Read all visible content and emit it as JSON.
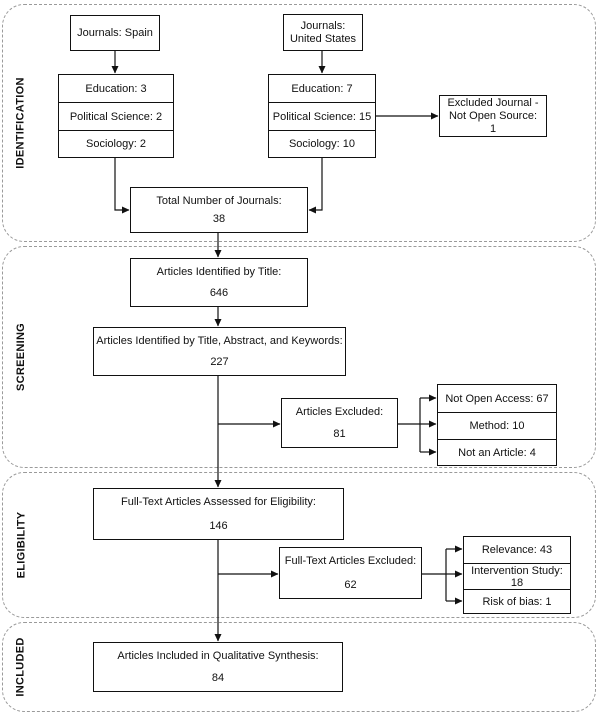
{
  "phases": {
    "identification": "IDENTIFICATION",
    "screening": "SCREENING",
    "eligibility": "ELIGIBILITY",
    "included": "INCLUDED"
  },
  "journals_spain": "Journals: Spain",
  "journals_us": "Journals: United States",
  "spain_disciplines": [
    "Education: 3",
    "Political Science: 2",
    "Sociology: 2"
  ],
  "us_disciplines": [
    "Education: 7",
    "Political Science: 15",
    "Sociology: 10"
  ],
  "excluded_journal": "Excluded Journal - Not Open Source: 1",
  "total_journals": {
    "label": "Total Number of Journals:",
    "value": "38"
  },
  "articles_title": {
    "label": "Articles Identified by Title:",
    "value": "646"
  },
  "articles_tak": {
    "label": "Articles Identified by Title, Abstract, and Keywords:",
    "value": "227"
  },
  "articles_excluded": {
    "label": "Articles Excluded:",
    "value": "81"
  },
  "exclusion_reasons": [
    "Not Open Access: 67",
    "Method: 10",
    "Not an Article: 4"
  ],
  "fulltext_assessed": {
    "label": "Full-Text Articles Assessed for Eligibility:",
    "value": "146"
  },
  "fulltext_excluded": {
    "label": "Full-Text Articles Excluded:",
    "value": "62"
  },
  "fulltext_reasons": [
    "Relevance: 43",
    "Intervention Study: 18",
    "Risk of bias: 1"
  ],
  "included": {
    "label": "Articles Included in Qualitative Synthesis:",
    "value": "84"
  }
}
